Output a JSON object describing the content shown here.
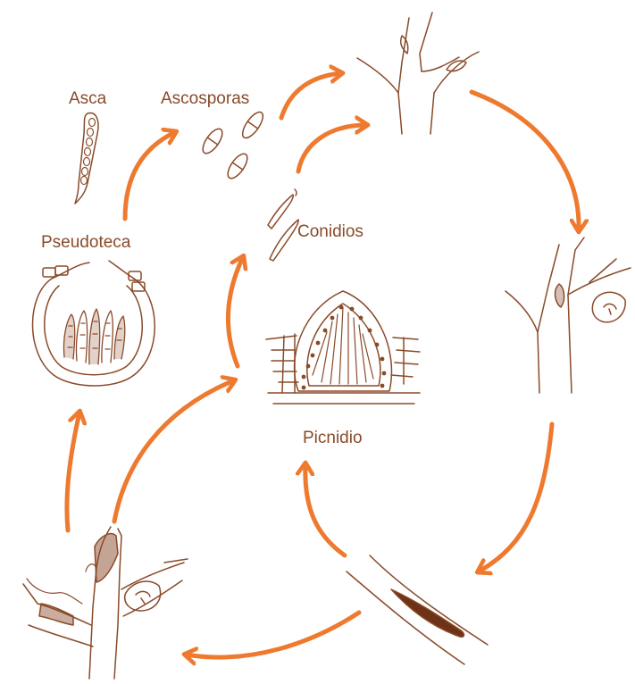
{
  "colors": {
    "arrow": "#ee7a30",
    "drawing": "#8a4a2a",
    "drawing_dark": "#6e3216",
    "label": "#8a4a2a"
  },
  "labels": {
    "asca": "Asca",
    "ascosporas": "Ascosporas",
    "pseudoteca": "Pseudoteca",
    "conidios": "Conidios",
    "picnidio": "Picnidio"
  }
}
